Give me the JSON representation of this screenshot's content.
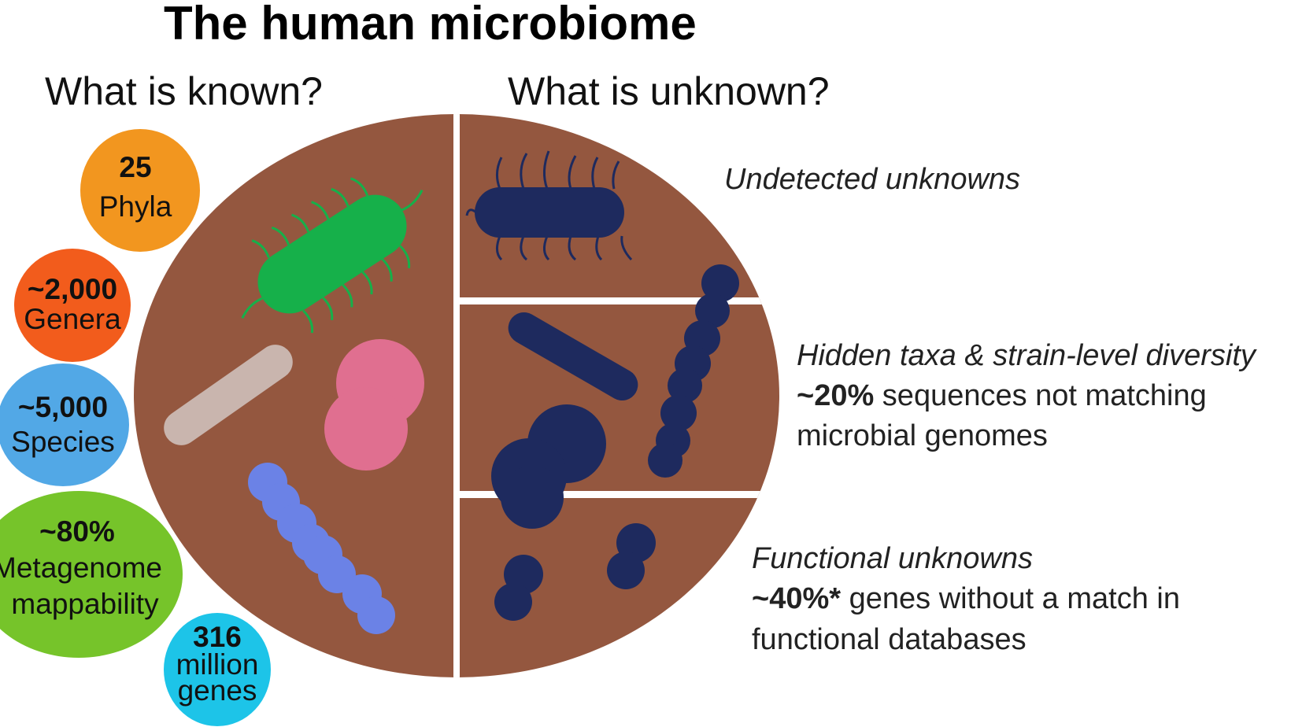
{
  "title": "The human microbiome",
  "known_heading": "What is known?",
  "unknown_heading": "What is unknown?",
  "colors": {
    "background": "#ffffff",
    "circle_fill": "#94573f",
    "divider": "#ffffff",
    "dark_microbe": "#1e2a5e",
    "green_microbe": "#16b04a",
    "pink_microbe": "#e06f90",
    "light_rod": "#c9b5ae",
    "blue_microbe": "#6b82e6",
    "phyla_bubble": "#f2961f",
    "genera_bubble": "#f25c1c",
    "species_bubble": "#52a8e6",
    "mappability_bubble": "#76c42a",
    "genes_bubble": "#1dc4e8"
  },
  "known_stats": [
    {
      "name": "phyla",
      "value": "25",
      "label": "Phyla",
      "color": "#f2961f"
    },
    {
      "name": "genera",
      "value": "~2,000",
      "label": "Genera",
      "color": "#f25c1c"
    },
    {
      "name": "species",
      "value": "~5,000",
      "label": "Species",
      "color": "#52a8e6"
    },
    {
      "name": "mappability",
      "value": "~80%",
      "label_lines": [
        "Metagenome",
        "mappability"
      ],
      "color": "#76c42a"
    },
    {
      "name": "genes",
      "value": "316",
      "label_lines": [
        "million",
        "genes"
      ],
      "color": "#1dc4e8"
    }
  ],
  "unknowns": {
    "undetected": {
      "title": "Undetected unknowns"
    },
    "hidden": {
      "title": "Hidden taxa & strain-level diversity",
      "stat": "~20%",
      "text_line1": " sequences not matching",
      "text_line2": "microbial genomes"
    },
    "functional": {
      "title": "Functional unknowns",
      "stat": "~40%*",
      "text_line1": " genes without a match in",
      "text_line2": "functional databases"
    }
  }
}
